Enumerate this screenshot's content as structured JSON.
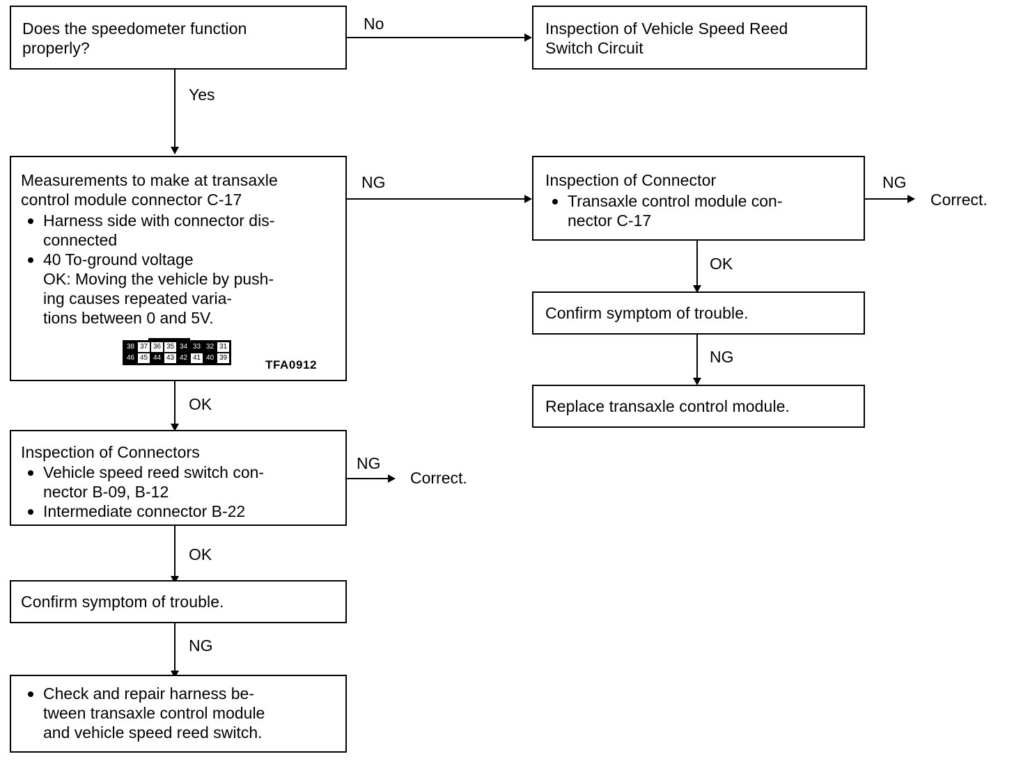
{
  "diagram": {
    "figure_id": "TFA0912",
    "nodes": {
      "speedometer_question": {
        "text": "Does the speedometer function\nproperly?"
      },
      "reed_switch_circuit": {
        "text": "Inspection of Vehicle Speed Reed\nSwitch Circuit"
      },
      "measurements": {
        "heading": "Measurements to make at transaxle\ncontrol module connector C-17",
        "bullets": [
          "Harness side with connector dis-\nconnected",
          "40 To-ground voltage",
          "OK: Moving the vehicle by push-\n      ing causes repeated varia-\n      tions between 0 and 5V."
        ]
      },
      "inspection_connector_right": {
        "heading": "Inspection of Connector",
        "bullets": [
          "Transaxle control module con-\nnector C-17"
        ]
      },
      "confirm_symptom_right": {
        "text": "Confirm symptom of trouble."
      },
      "replace_module": {
        "text": "Replace transaxle control module."
      },
      "inspection_connectors_left": {
        "heading": "Inspection of Connectors",
        "bullets": [
          "Vehicle speed reed switch con-\nnector B-09, B-12",
          "Intermediate connector B-22"
        ]
      },
      "confirm_symptom_left": {
        "text": "Confirm symptom of trouble."
      },
      "check_repair_harness": {
        "bullets": [
          "Check and repair harness be-\ntween transaxle control module\nand vehicle speed reed switch."
        ]
      }
    },
    "terminals": {
      "correct_right": "Correct.",
      "correct_left": "Correct."
    },
    "edge_labels": {
      "no": "No",
      "yes": "Yes",
      "ng_measurements": "NG",
      "ng_right_connector": "NG",
      "ok_right_connector": "OK",
      "ng_right_confirm": "NG",
      "ok_measurements": "OK",
      "ng_left_connectors": "NG",
      "ok_left_connectors": "OK",
      "ng_left_confirm": "NG"
    },
    "connector_pinout": {
      "top_row": [
        "38",
        "37",
        "36",
        "35",
        "34",
        "33",
        "32",
        "31"
      ],
      "bottom_row": [
        "46",
        "45",
        "44",
        "43",
        "42",
        "41",
        "40",
        "39"
      ],
      "highlighted": [
        "38",
        "34",
        "33",
        "32",
        "46",
        "44",
        "42",
        "40"
      ]
    },
    "colors": {
      "line": "#000000",
      "background": "#ffffff"
    }
  }
}
